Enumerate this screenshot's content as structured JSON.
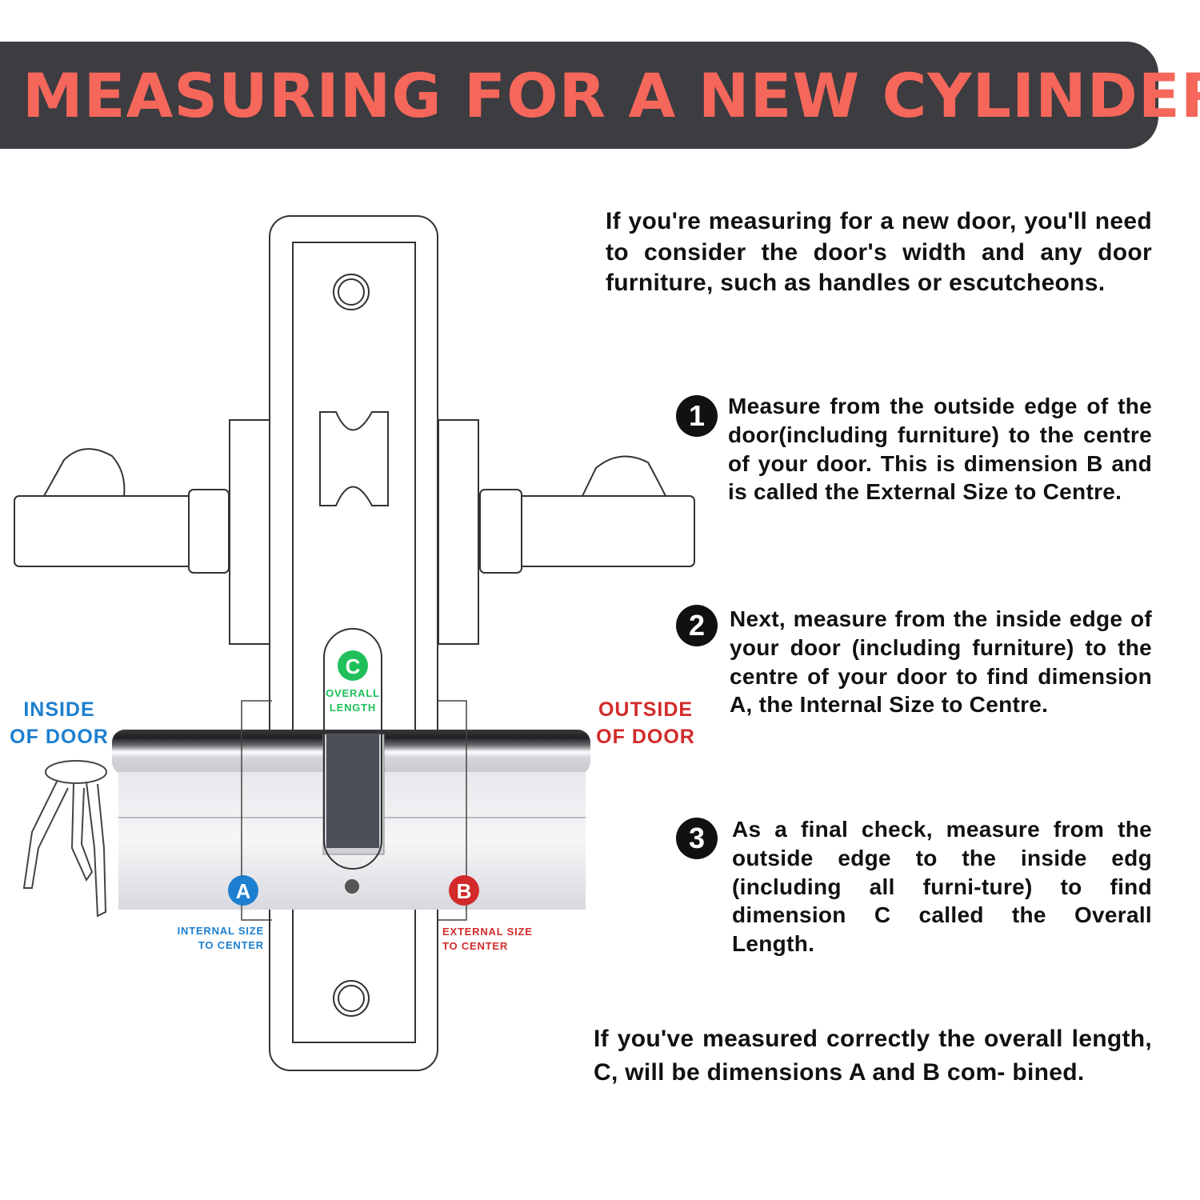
{
  "header": {
    "title": "MEASURING FOR A NEW CYLINDER"
  },
  "intro": "If you're measuring for a new door, you'll need to consider the door's width and any door furniture, such as handles or escutcheons.",
  "steps": [
    {
      "number": "1",
      "text": "Measure from the outside edge of the door(including furniture) to the centre of your door. This is dimension B and is called the External Size to Centre."
    },
    {
      "number": "2",
      "text": "Next, measure from the inside edge of your door (including furniture) to the centre of your door to find dimension A, the Internal Size to Centre."
    },
    {
      "number": "3",
      "text": "As a final check, measure from the outside edge to the inside edg (including all furni-ture) to find dimension C called the Overall Length."
    }
  ],
  "conclusion": "If you've measured correctly the overall length, C, will be dimensions A and B com- bined.",
  "diagram": {
    "inside_label": "INSIDE\nOF DOOR",
    "outside_label": "OUTSIDE\nOF DOOR",
    "marker_a": {
      "letter": "A",
      "label": "INTERNAL SIZE\nTO CENTER"
    },
    "marker_b": {
      "letter": "B",
      "label": "EXTERNAL SIZE\nTO CENTER"
    },
    "marker_c": {
      "letter": "C",
      "label": "OVERALL\nLENGTH"
    }
  },
  "colors": {
    "banner_bg": "#3d3c41",
    "title": "#f5675a",
    "inside_blue": "#1c7fcf",
    "outside_red": "#d22a2a",
    "overall_green": "#1fbf5a"
  }
}
